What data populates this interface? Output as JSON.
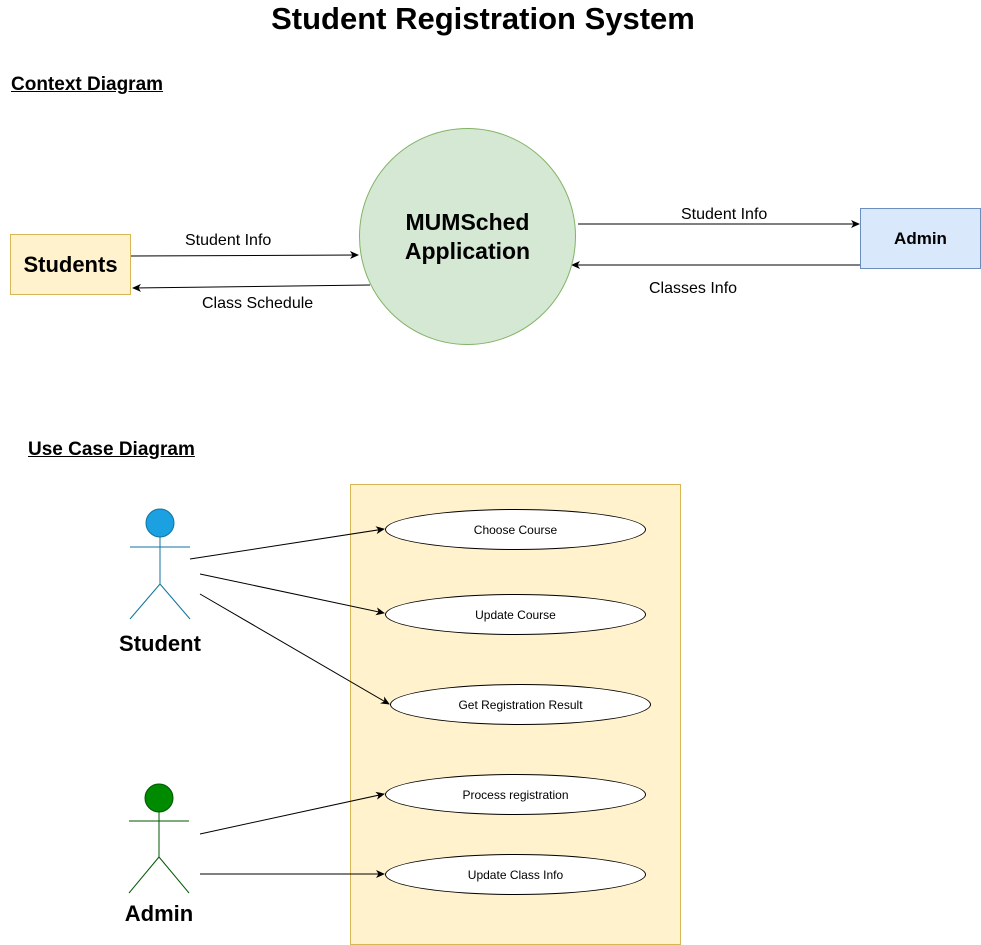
{
  "title": "Student Registration System",
  "context_diagram": {
    "heading": "Context Diagram",
    "students_entity": "Students",
    "process": {
      "line1": "MUMSched",
      "line2": "Application"
    },
    "admin_entity": "Admin",
    "flows": {
      "students_to_process": "Student Info",
      "process_to_students": "Class Schedule",
      "process_to_admin": "Student Info",
      "admin_to_process": "Classes Info"
    },
    "colors": {
      "students_fill": "#fff2cc",
      "process_fill": "#d5e8d4",
      "admin_fill": "#dae8fc"
    }
  },
  "use_case_diagram": {
    "heading": "Use Case Diagram",
    "actors": {
      "student": {
        "label": "Student",
        "color": "#1ba1e2",
        "line_color": "#10739e"
      },
      "admin": {
        "label": "Admin",
        "color": "#008a00",
        "line_color": "#005700"
      }
    },
    "use_cases": [
      "Choose Course",
      "Update Course",
      "Get Registration Result",
      "Process registration",
      "Update Class Info"
    ],
    "boundary_color": "#fff2cc"
  }
}
